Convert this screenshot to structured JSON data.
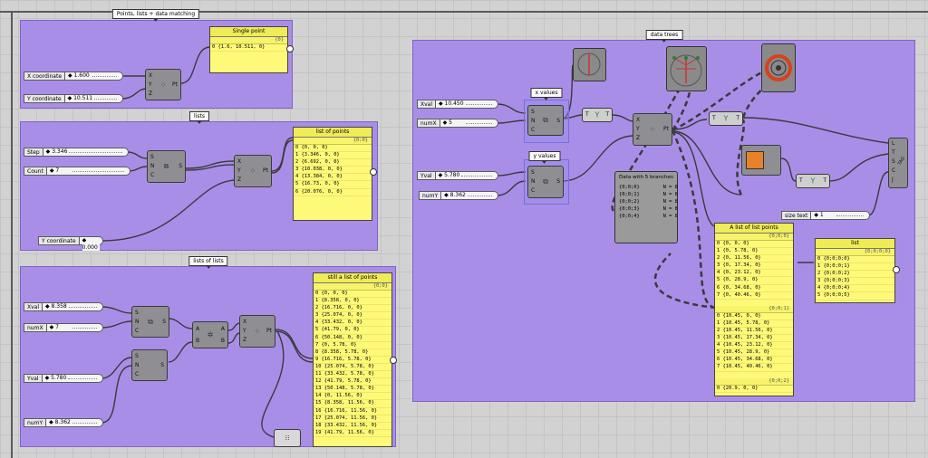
{
  "groups": {
    "points": "Points, lists + data matching",
    "lists": "lists",
    "lists_of_lists": "lists of lists",
    "data_trees": "data trees"
  },
  "sliders": {
    "x_coord": {
      "label": "X coordinate",
      "value": "1.600"
    },
    "y_coord": {
      "label": "Y coordinate",
      "value": "10.511"
    },
    "step": {
      "label": "Step",
      "value": "3.346"
    },
    "count": {
      "label": "Count",
      "value": "7"
    },
    "y_coord2": {
      "label": "Y coordinate",
      "value": "0.000"
    },
    "xval": {
      "label": "Xval",
      "value": "8.358"
    },
    "numx": {
      "label": "numX",
      "value": "7"
    },
    "yval": {
      "label": "Yval",
      "value": "5.780"
    },
    "numy": {
      "label": "numY",
      "value": "8.362"
    },
    "xval_tree": {
      "label": "Xval",
      "value": "10.450"
    },
    "numx_tree": {
      "label": "numX",
      "value": "5"
    },
    "yval_tree": {
      "label": "Yval",
      "value": "5.780"
    },
    "numy_tree": {
      "label": "numY",
      "value": "8.362"
    },
    "size_text": {
      "label": "size text",
      "value": "1"
    }
  },
  "pt_component": {
    "inputs": [
      "X",
      "Y",
      "Z"
    ],
    "output": "Pt"
  },
  "series_component": {
    "inputs": [
      "S",
      "N",
      "C"
    ],
    "output": "S"
  },
  "cross_component": {
    "inputs": [
      "A",
      "B"
    ],
    "outputs": [
      "A",
      "B"
    ]
  },
  "tag_component": {
    "inputs": [
      "L",
      "T",
      "S",
      "C",
      "J"
    ],
    "output": "TAG"
  },
  "graft_component": {
    "input": "T",
    "output": "T"
  },
  "tree_labels": {
    "x_values": "x values",
    "y_values": "y values"
  },
  "panels": {
    "single": {
      "title": "Single point",
      "path": "{0}",
      "rows": [
        "0 {1.6, 10.511, 0}"
      ]
    },
    "list_points": {
      "title": "list of points",
      "path": "{0;0}",
      "rows": [
        "0 {0, 0, 0}",
        "1 {3.346, 0, 0}",
        "2 {6.692, 0, 0}",
        "3 {10.038, 0, 0}",
        "4 {13.384, 0, 0}",
        "5 {16.73, 0, 0}",
        "6 {20.076, 0, 0}"
      ]
    },
    "still_list": {
      "title": "still a list of points",
      "path": "{0;0}",
      "rows": [
        "0 {0, 0, 0}",
        "1 {8.358, 0, 0}",
        "2 {16.716, 0, 0}",
        "3 {25.074, 0, 0}",
        "4 {33.432, 0, 0}",
        "5 {41.79, 0, 0}",
        "6 {50.148, 0, 0}",
        "7 {0, 5.78, 0}",
        "8 {8.358, 5.78, 0}",
        "9 {16.716, 5.78, 0}",
        "10 {25.074, 5.78, 0}",
        "11 {33.432, 5.78, 0}",
        "12 {41.79, 5.78, 0}",
        "13 {50.148, 5.78, 0}",
        "14 {0, 11.56, 0}",
        "15 {8.358, 11.56, 0}",
        "16 {16.716, 11.56, 0}",
        "17 {25.074, 11.56, 0}",
        "18 {33.432, 11.56, 0}",
        "19 {41.79, 11.56, 0}"
      ]
    },
    "tree_points": {
      "title": "A list of list points",
      "path1": "{0;0;0}",
      "rows1": [
        "0 {0, 0, 0}",
        "1 {0, 5.78, 0}",
        "2 {0, 11.56, 0}",
        "3 {0, 17.34, 0}",
        "4 {0, 23.12, 0}",
        "5 {0, 28.9, 0}",
        "6 {0, 34.68, 0}",
        "7 {0, 40.46, 0}"
      ],
      "path2": "{0;0;1}",
      "rows2": [
        "0 {10.45, 0, 0}",
        "1 {10.45, 5.78, 0}",
        "2 {10.45, 11.56, 0}",
        "3 {10.45, 17.34, 0}",
        "4 {10.45, 23.12, 0}",
        "5 {10.45, 28.9, 0}",
        "6 {10.45, 34.68, 0}",
        "7 {10.45, 40.46, 0}"
      ],
      "path3": "{0;0;2}",
      "rows3": [
        "0 {20.9, 0, 0}"
      ]
    },
    "list_paths": {
      "title": "list",
      "path": "{0;0;0;0}",
      "rows": [
        "0 {0;0;0;0}",
        "1 {0;0;0;1}",
        "2 {0;0;0;2}",
        "3 {0;0;0;3}",
        "4 {0;0;0;4}",
        "5 {0;0;0;5}"
      ]
    }
  },
  "branch_note": {
    "title": "Data with 5 branches",
    "rows": [
      "{0;0;0}        N = 8",
      "{0;0;1}        N = 8",
      "{0;0;2}        N = 8",
      "{0;0;3}        N = 8",
      "{0;0;4}        N = 8"
    ]
  },
  "colors": {
    "group": "#a98ee8",
    "panel": "#fff97a",
    "canvas": "#d2d2d2",
    "component": "#8f8f93"
  }
}
